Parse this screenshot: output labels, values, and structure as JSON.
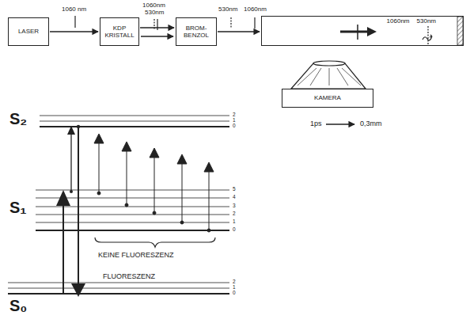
{
  "diagram": {
    "nodes": [
      {
        "text": [
          "LASER"
        ]
      },
      {
        "text": [
          "KDP KRISTALL"
        ]
      },
      {
        "text": [
          "BROM-BENZOL"
        ]
      },
      {
        "text": [
          "1060nm",
          "530nm"
        ]
      },
      {
        "text": [
          "KAMERA"
        ]
      }
    ],
    "edges": [
      {
        "from": 0,
        "to": 1,
        "arrow": "to"
      },
      {
        "from": 1,
        "to": 2,
        "arrow": "to"
      },
      {
        "from": 2,
        "to": 3,
        "arrow": "to"
      }
    ],
    "labels": [
      "1060 nm",
      "1060nm",
      "530nm",
      "530nm",
      "1060nm",
      "1ps",
      "0,3mm",
      "S₂",
      "2",
      "1",
      "0",
      "S₁",
      "5",
      "4",
      "3",
      "2",
      "1",
      "0",
      "S₀",
      "2",
      "1",
      "0",
      "KEINE FLUORESZENZ",
      "FLUORESZENZ"
    ]
  }
}
